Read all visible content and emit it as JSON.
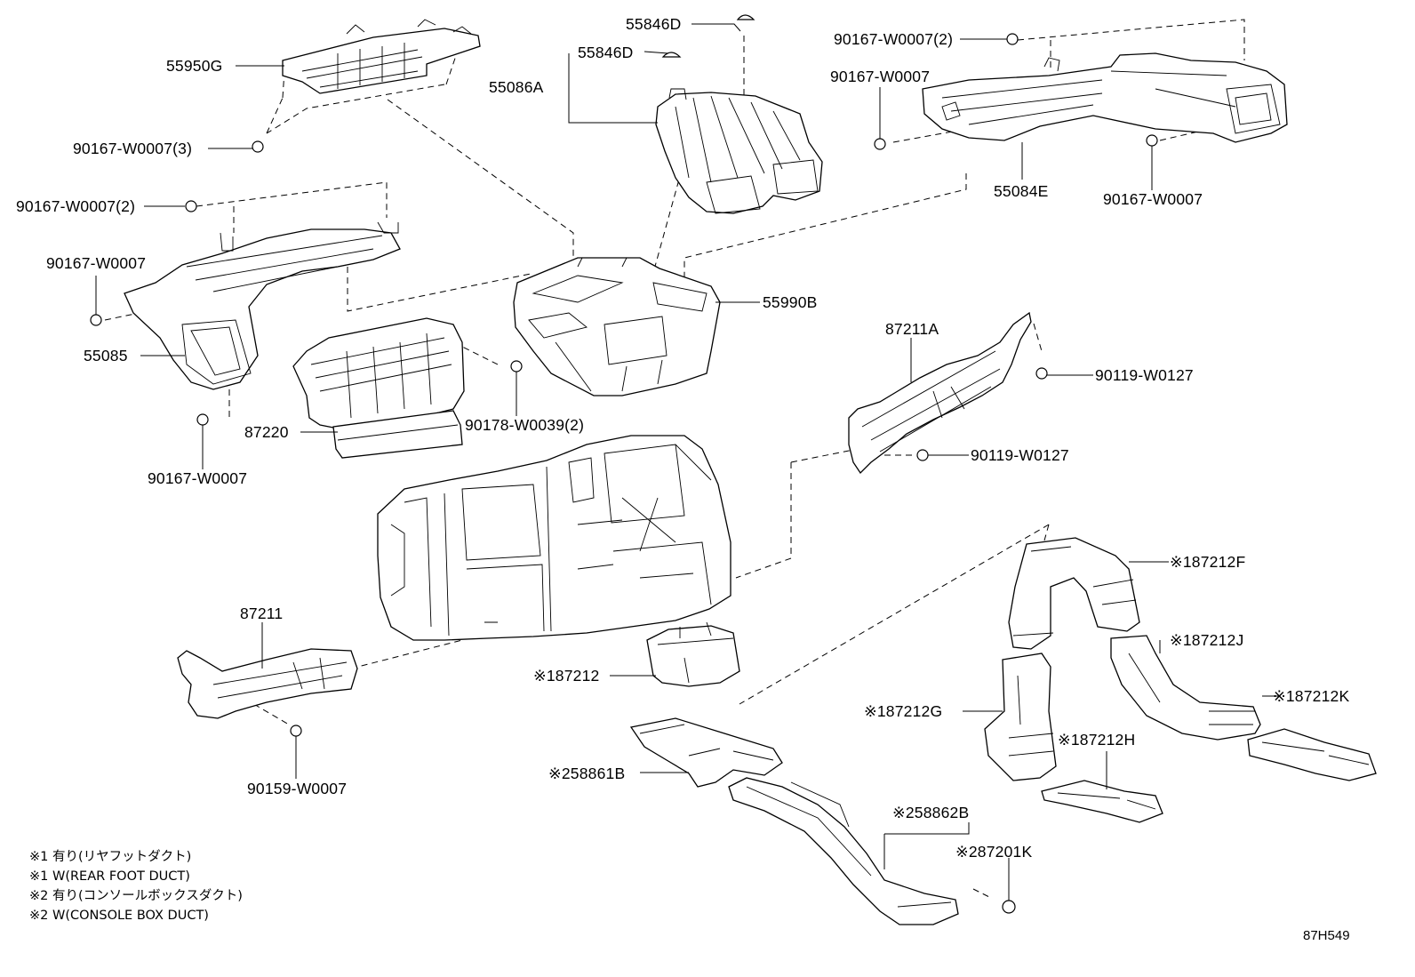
{
  "parts": {
    "p55950G": "55950G",
    "p55846D_top": "55846D",
    "p55846D": "55846D",
    "p55086A": "55086A",
    "p90167_3": "90167-W0007(3)",
    "p90167_2_left": "90167-W0007(2)",
    "p90167_left": "90167-W0007",
    "p55085": "55085",
    "p90167_lower_left": "90167-W0007",
    "p87220": "87220",
    "p90178": "90178-W0039(2)",
    "p55990B": "55990B",
    "p90167_2_right": "90167-W0007(2)",
    "p90167_right_top": "90167-W0007",
    "p55084E": "55084E",
    "p90167_right_low": "90167-W0007",
    "p87211A": "87211A",
    "p90119_a": "90119-W0127",
    "p90119_b": "90119-W0127",
    "p87212F": "※187212F",
    "p87212J": "※187212J",
    "p87212K": "※187212K",
    "p87212G": "※187212G",
    "p87212H": "※187212H",
    "p87212": "※187212",
    "p87211": "87211",
    "p90159": "90159-W0007",
    "p58861B": "※258861B",
    "p58862B": "※258862B",
    "p87201K": "※287201K"
  },
  "notes": [
    "※1 有り(リヤフットダクト)",
    "※1 W(REAR FOOT DUCT)",
    "※2 有り(コンソールボックスダクト)",
    "※2 W(CONSOLE BOX DUCT)"
  ],
  "ref_code": "87H549"
}
